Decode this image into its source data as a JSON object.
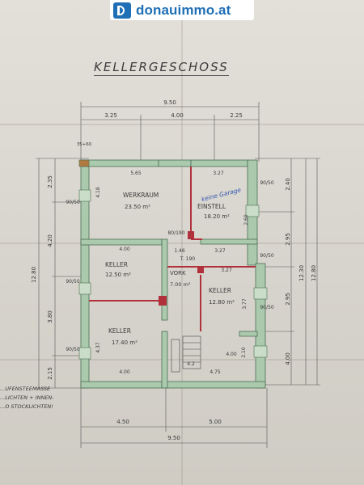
{
  "brand": {
    "name": "donauimmo.at",
    "mark_color": "#1f6fb6"
  },
  "plan": {
    "title": "KELLERGESCHOSS",
    "dimensions_top": {
      "total": "9.50",
      "segments": [
        "3.25",
        "4.00",
        "2.25"
      ],
      "small": "35+60"
    },
    "dimensions_bottom": {
      "segments": [
        "4.50",
        "5.00"
      ],
      "total": "9.50"
    },
    "dimensions_left": {
      "outer": "12.80",
      "segments": [
        "2.35",
        "4.20",
        "3.80",
        "2.15"
      ]
    },
    "dimensions_right": {
      "outer": "12.80",
      "outer2": "12.30",
      "segments": [
        "2.40",
        "2.95",
        "2.95",
        "4.00"
      ]
    },
    "rooms": [
      {
        "name": "WERKRAUM",
        "area": "23.50 m²"
      },
      {
        "name": "EINSTELL",
        "area": "18.20 m²"
      },
      {
        "name": "KELLER",
        "area": "12.50 m²"
      },
      {
        "name": "VORK",
        "area": "7.00 m²"
      },
      {
        "name": "KELLER",
        "area": "12.80 m²"
      },
      {
        "name": "KELLER",
        "area": "17.40 m²"
      }
    ],
    "annotations": [
      "3.27",
      "5.65",
      "4.00",
      "1.46",
      "4.00",
      "3.27",
      "3.27",
      "4.00",
      "4.75",
      "4.18",
      "3.77",
      "2.60",
      "2.10",
      "4.37",
      "T. 190",
      "80/190",
      "90/50",
      "90/50",
      "90/50",
      "90/50",
      "90/50",
      "90/50",
      "4.2"
    ],
    "handwritten_label": "keine Garage",
    "note_lines": [
      "...UFENSTEEMASSE",
      "...LICHTEN + INNEN-",
      "...O STOCKLICHTEN!"
    ]
  },
  "colors": {
    "wall_fill": "#aac9ad",
    "wall_stroke": "#4d6f53",
    "red_wall": "#b0303c",
    "ink": "#3a3a3a",
    "blue_ink": "#3456b0"
  }
}
